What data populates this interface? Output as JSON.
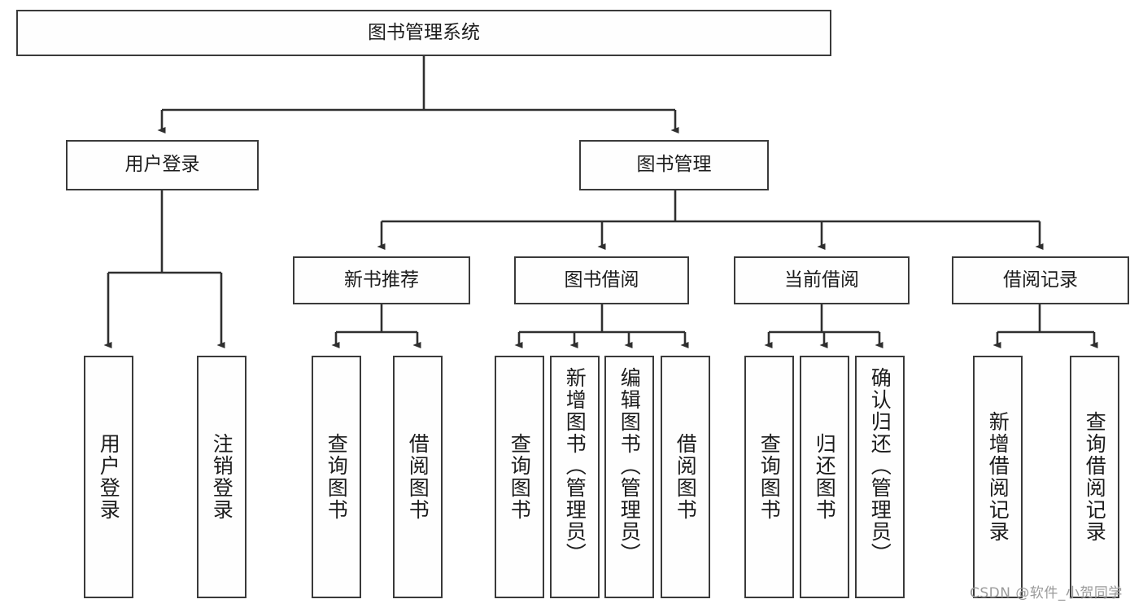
{
  "diagram": {
    "title": "图书管理系统",
    "type": "hierarchy-tree",
    "watermark": "CSDN @软件_小贺同学",
    "colors": {
      "stroke": "#3a3a3a",
      "fill": "#fefefe",
      "text": "#1c1c1c",
      "watermark": "#9a9a9a"
    },
    "root": {
      "label": "图书管理系统"
    },
    "level1": [
      {
        "label": "用户登录"
      },
      {
        "label": "图书管理"
      }
    ],
    "level2": [
      {
        "label": "新书推荐"
      },
      {
        "label": "图书借阅"
      },
      {
        "label": "当前借阅"
      },
      {
        "label": "借阅记录"
      }
    ],
    "leaves": {
      "user_login": [
        {
          "label": "用户登录"
        },
        {
          "label": "注销登录"
        }
      ],
      "new_book": [
        {
          "label": "查询图书"
        },
        {
          "label": "借阅图书"
        }
      ],
      "book_borrow": [
        {
          "label": "查询图书"
        },
        {
          "label": "新增图书（管理员）"
        },
        {
          "label": "编辑图书（管理员）"
        },
        {
          "label": "借阅图书"
        }
      ],
      "current_borrow": [
        {
          "label": "查询图书"
        },
        {
          "label": "归还图书"
        },
        {
          "label": "确认归还（管理员）"
        }
      ],
      "borrow_record": [
        {
          "label": "新增借阅记录"
        },
        {
          "label": "查询借阅记录"
        }
      ]
    }
  }
}
